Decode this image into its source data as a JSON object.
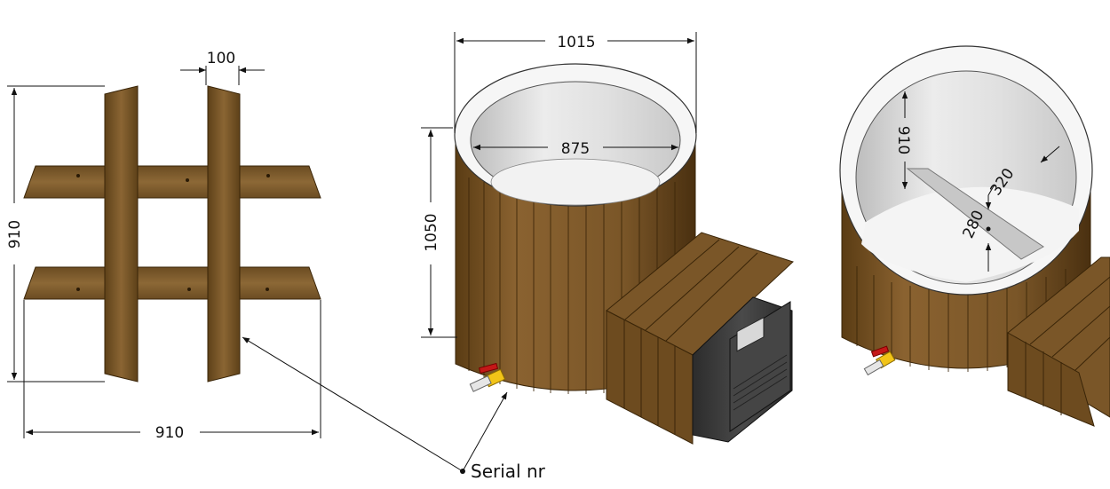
{
  "views": {
    "base_frame": {
      "dim_board_width": "100",
      "dim_height": "910",
      "dim_width": "910"
    },
    "tub_front": {
      "dim_outer_diameter": "1015",
      "dim_inner_diameter": "875",
      "dim_height": "1050"
    },
    "tub_top": {
      "dim_inner_depth": "910",
      "dim_seat_width": "320",
      "dim_seat_height": "280"
    }
  },
  "callout": {
    "label": "Serial nr"
  },
  "colors": {
    "wood": "#7d5a2c",
    "wood_dark": "#4e3412",
    "wall_white": "#f4f4f4",
    "heater": "#3a3a3a",
    "valve_red": "#c41818",
    "valve_yellow": "#f2c418"
  }
}
